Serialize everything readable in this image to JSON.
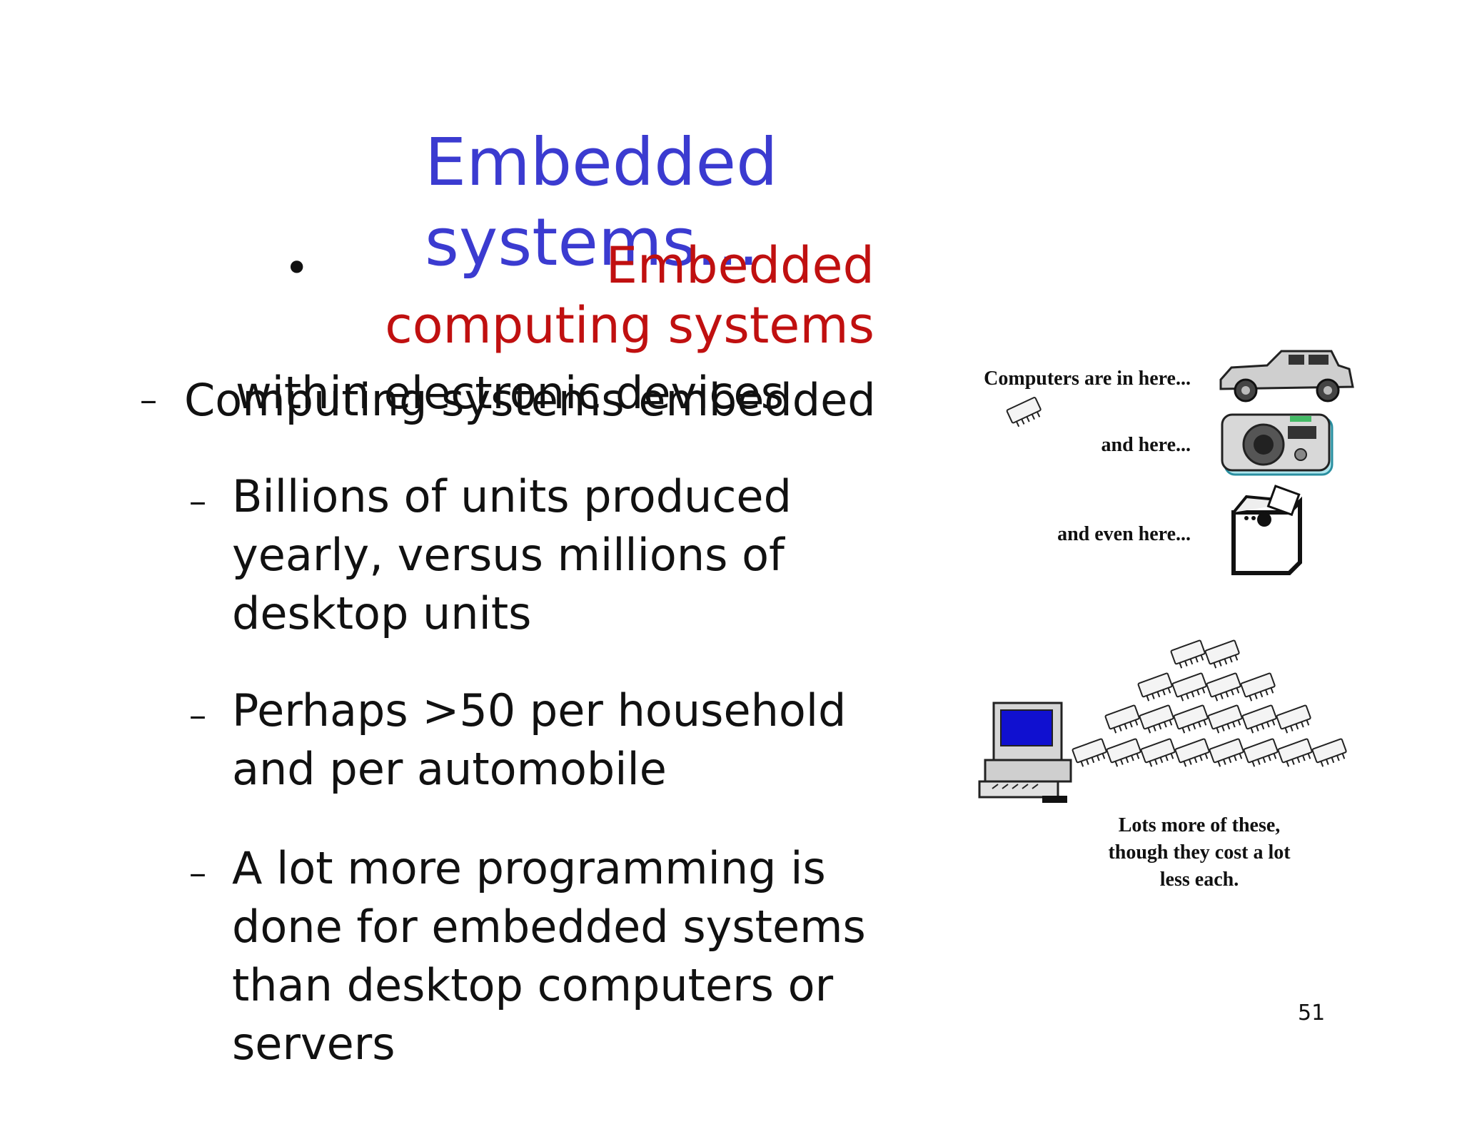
{
  "slide": {
    "title": "Embedded systems...",
    "bullet": "Embedded computing systems",
    "first_sub_line1": "Computing systems embedded",
    "first_sub_line2": "within electronic devices",
    "sub_bullets": [
      "Billions of units produced yearly,  versus millions of desktop units",
      "Perhaps >50 per household and  per automobile",
      "A lot more programming is done  for embedded systems than  desktop computers or servers"
    ],
    "page_number": "51"
  },
  "figure": {
    "label_computers": "Computers are in here...",
    "label_and_here": "and here...",
    "label_even_here": "and even here...",
    "caption": [
      "Lots more of these,",
      "though they cost a lot",
      "less each."
    ]
  },
  "colors": {
    "title": "#3b3bd0",
    "bullet": "#c01010",
    "screen": "#1010d0"
  },
  "icons": [
    "bullet-dot-icon",
    "dash-icon",
    "chip-icon",
    "car-icon",
    "camera-icon",
    "washing-machine-icon",
    "desktop-computer-icon"
  ]
}
